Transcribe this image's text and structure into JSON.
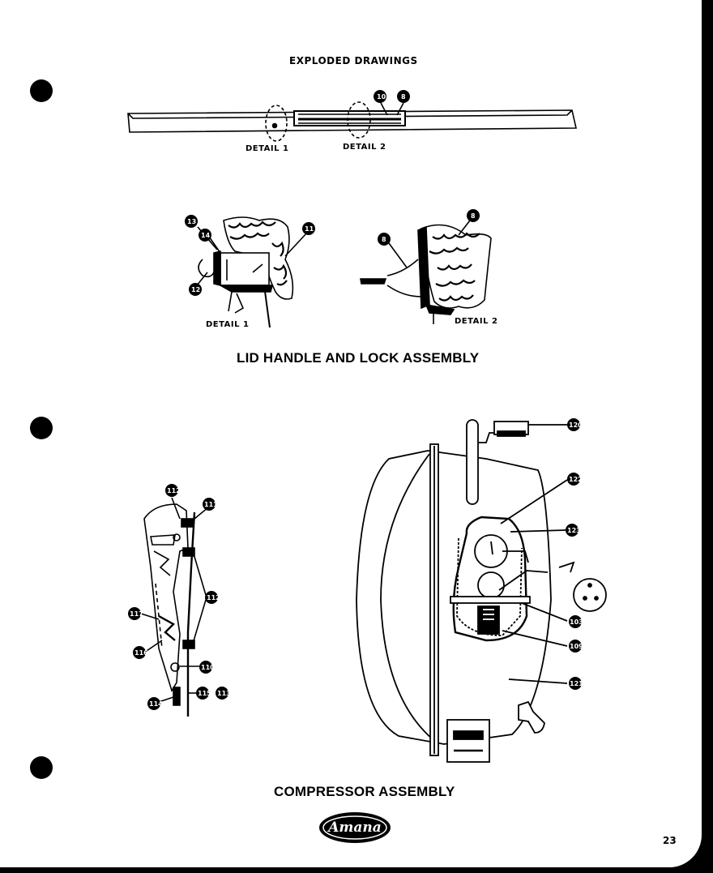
{
  "header": {
    "title": "EXPLODED DRAWINGS"
  },
  "top_bar": {
    "detail1_label": "DETAIL 1",
    "detail2_label": "DETAIL 2"
  },
  "lid_section": {
    "detail1_caption": "DETAIL 1",
    "detail2_caption": "DETAIL 2",
    "title": "LID HANDLE AND LOCK ASSEMBLY"
  },
  "compressor_section": {
    "title": "COMPRESSOR ASSEMBLY"
  },
  "footer": {
    "brand": "Amana",
    "page_number": "23"
  }
}
